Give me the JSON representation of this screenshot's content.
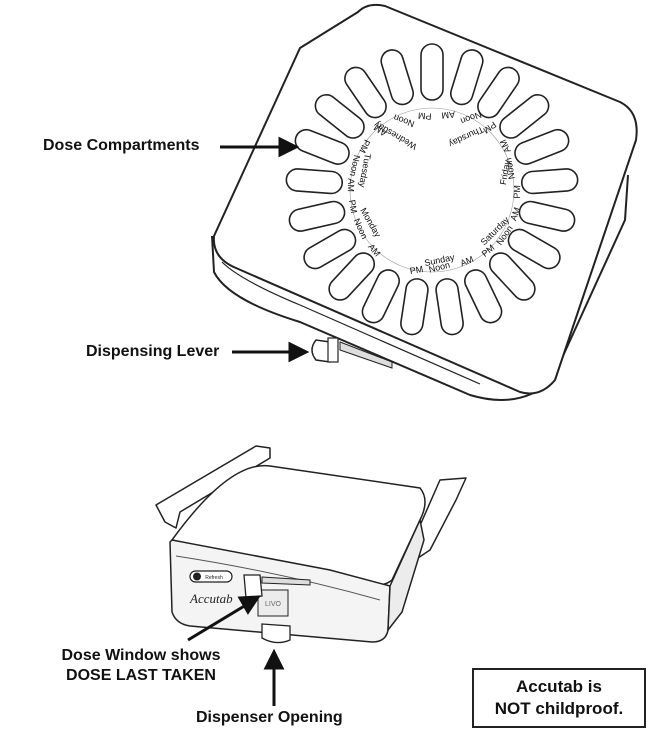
{
  "callouts": {
    "dose_compartments": "Dose Compartments",
    "dispensing_lever": "Dispensing Lever",
    "dose_window_line1": "Dose Window shows",
    "dose_window_line2": "DOSE LAST TAKEN",
    "dispenser_opening": "Dispenser Opening"
  },
  "warning": {
    "line1": "Accutab is",
    "line2": "NOT childproof."
  },
  "dial": {
    "sunday": "Sunday",
    "monday": "Monday",
    "tuesday": "Tuesday",
    "wednesday": "Wednesday",
    "thursday": "Thursday",
    "friday": "Friday",
    "saturday": "Saturday",
    "am": "AM",
    "noon": "Noon",
    "pm": "PM"
  },
  "device": {
    "brand": "Accutab",
    "switch_label": "Refresh",
    "window_text": "LIVO"
  }
}
